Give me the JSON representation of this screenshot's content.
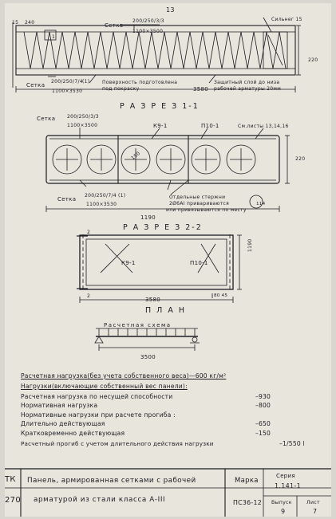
{
  "page_number": "13",
  "section_1": {
    "title": "Р А З Р Е З 1-1",
    "labels": {
      "top_dim_left": "15",
      "top_dim_240": "240",
      "mesh_top": "Сетка",
      "mesh_top_num": "200/250/3/3",
      "mesh_top_den": "1100×3500",
      "node_label": "Сильнег 15",
      "detail_1": "1",
      "height": "220",
      "mesh_bottom": "Сетка",
      "mesh_bottom_num": "200/250/7/4",
      "mesh_bottom_den": "1100×3530",
      "mesh_bottom_idx": "(1)",
      "surface_1": "Поверхность подготовлена",
      "surface_2": "под покраску",
      "length": "3580",
      "cover_1": "Защитный слой до низа",
      "cover_2": "рабочей арматуры 20мм"
    }
  },
  "section_2": {
    "title": "Р А З Р Е З 2-2",
    "labels": {
      "mesh_top": "Сетка",
      "mesh_top_num": "200/250/3/3",
      "mesh_top_den": "1100×3500",
      "frame_k9": "К9-1",
      "frame_p10": "П10-1",
      "sheets": "См.листы 13,14,16",
      "dim_150": "150",
      "height": "220",
      "mesh_bottom": "Сетка",
      "mesh_bottom_num": "200/250/7/4",
      "mesh_bottom_idx": "(1)",
      "mesh_bottom_den": "1100×3530",
      "rods_1": "Отдельные стержни",
      "rods_2": "2Ø6АI привариваются",
      "rods_3": "или привязываются по месту",
      "rods_ref": "114",
      "width": "1190"
    }
  },
  "plan": {
    "title": "П Л А Н",
    "labels": {
      "mark_2_top": "2",
      "mark_2_bottom": "2",
      "frame_k9": "К9-1",
      "frame_p10": "П10-1",
      "width": "1190",
      "length": "3580",
      "dim_small": "80 45"
    }
  },
  "calc_scheme": {
    "title": "Расчетная схема",
    "span": "3500"
  },
  "loads": [
    {
      "label": "Расчетная нагрузка(без учета собственного веса)—600 кг/м²",
      "value": ""
    },
    {
      "label": "Нагрузки(включающие собственный вес панели):",
      "value": ""
    },
    {
      "label": "Расчетная нагрузка по несущей способности",
      "value": "–930"
    },
    {
      "label": "Нормативная нагрузка",
      "value": "–800"
    },
    {
      "label": "Нормативные нагрузки при расчете прогиба :",
      "value": ""
    },
    {
      "label": "Длительно действующая",
      "value": "–650"
    },
    {
      "label": "Кратковременно действующая",
      "value": "–150"
    },
    {
      "label": "Расчетный прогиб с учетом длительного действия нагрузки",
      "value": "–1/550 l"
    }
  ],
  "title_block": {
    "left_top": "ТК",
    "left_bottom": "270",
    "desc_1": "Панель, армированная сетками с рабочей",
    "desc_2": "арматурой из стали класса А-III",
    "mark_label": "Марка",
    "mark_value": "ПС36-12",
    "series_label": "Серия",
    "series_value": "1.141-1",
    "issue_label": "Выпуск",
    "issue_value": "9",
    "sheet_label": "Лист",
    "sheet_value": "7"
  }
}
